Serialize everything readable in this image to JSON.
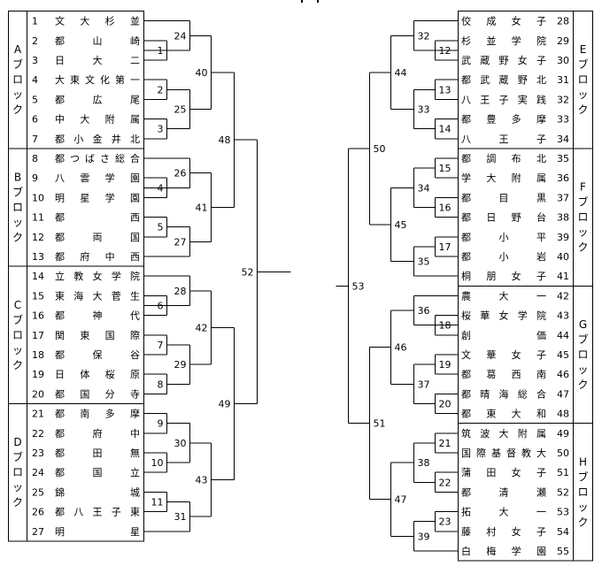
{
  "left": {
    "blocks": [
      {
        "label": "Aブロック",
        "teams": [
          {
            "no": "1",
            "name": "文大杉並"
          },
          {
            "no": "2",
            "name": "都山崎"
          },
          {
            "no": "3",
            "name": "日大二"
          },
          {
            "no": "4",
            "name": "大東文化第一"
          },
          {
            "no": "5",
            "name": "都広尾"
          },
          {
            "no": "6",
            "name": "中大附属"
          },
          {
            "no": "7",
            "name": "都小金井北"
          }
        ]
      },
      {
        "label": "Bブロック",
        "teams": [
          {
            "no": "8",
            "name": "都つばさ総合"
          },
          {
            "no": "9",
            "name": "八雲学園"
          },
          {
            "no": "10",
            "name": "明星学園"
          },
          {
            "no": "11",
            "name": "都西"
          },
          {
            "no": "12",
            "name": "都両国"
          },
          {
            "no": "13",
            "name": "都府中西"
          }
        ]
      },
      {
        "label": "Cブロック",
        "teams": [
          {
            "no": "14",
            "name": "立教女学院"
          },
          {
            "no": "15",
            "name": "東海大菅生"
          },
          {
            "no": "16",
            "name": "都神代"
          },
          {
            "no": "17",
            "name": "関東国際"
          },
          {
            "no": "18",
            "name": "都保谷"
          },
          {
            "no": "19",
            "name": "日体桜原"
          },
          {
            "no": "20",
            "name": "都国分寺"
          }
        ]
      },
      {
        "label": "Dブロック",
        "teams": [
          {
            "no": "21",
            "name": "都南多摩"
          },
          {
            "no": "22",
            "name": "都府中"
          },
          {
            "no": "23",
            "name": "都田無"
          },
          {
            "no": "24",
            "name": "都国立"
          },
          {
            "no": "25",
            "name": "錦城"
          },
          {
            "no": "26",
            "name": "都八王子東"
          },
          {
            "no": "27",
            "name": "明星"
          }
        ]
      }
    ]
  },
  "right": {
    "blocks": [
      {
        "label": "Eブロック",
        "teams": [
          {
            "no": "28",
            "name": "佼成女子"
          },
          {
            "no": "29",
            "name": "杉並学院"
          },
          {
            "no": "30",
            "name": "武蔵野女子"
          },
          {
            "no": "31",
            "name": "都武蔵野北"
          },
          {
            "no": "32",
            "name": "八王子実践"
          },
          {
            "no": "33",
            "name": "都豊多摩"
          },
          {
            "no": "34",
            "name": "八王子"
          }
        ]
      },
      {
        "label": "Fブロック",
        "teams": [
          {
            "no": "35",
            "name": "都調布北"
          },
          {
            "no": "36",
            "name": "学大附属"
          },
          {
            "no": "37",
            "name": "都目黒"
          },
          {
            "no": "38",
            "name": "都日野台"
          },
          {
            "no": "39",
            "name": "都小平"
          },
          {
            "no": "40",
            "name": "都小岩"
          },
          {
            "no": "41",
            "name": "桐朋女子"
          }
        ]
      },
      {
        "label": "Gブロック",
        "teams": [
          {
            "no": "42",
            "name": "農大一"
          },
          {
            "no": "43",
            "name": "桜華女学院"
          },
          {
            "no": "44",
            "name": "創価"
          },
          {
            "no": "45",
            "name": "文華女子"
          },
          {
            "no": "46",
            "name": "都葛西南"
          },
          {
            "no": "47",
            "name": "都晴海総合"
          },
          {
            "no": "48",
            "name": "都東大和"
          }
        ]
      },
      {
        "label": "Hブロック",
        "teams": [
          {
            "no": "49",
            "name": "筑波大附属"
          },
          {
            "no": "50",
            "name": "国際基督教大"
          },
          {
            "no": "51",
            "name": "蒲田女子"
          },
          {
            "no": "52",
            "name": "都清瀬"
          },
          {
            "no": "53",
            "name": "拓大一"
          },
          {
            "no": "54",
            "name": "藤村女子"
          },
          {
            "no": "55",
            "name": "白梅学園"
          }
        ]
      }
    ]
  },
  "matches": [
    "1",
    "2",
    "3",
    "4",
    "5",
    "6",
    "7",
    "8",
    "9",
    "10",
    "11",
    "12",
    "13",
    "14",
    "15",
    "16",
    "17",
    "18",
    "19",
    "20",
    "21",
    "22",
    "23",
    "24",
    "25",
    "26",
    "27",
    "28",
    "29",
    "30",
    "31",
    "32",
    "33",
    "34",
    "35",
    "36",
    "37",
    "38",
    "39",
    "40",
    "41",
    "42",
    "43",
    "44",
    "45",
    "46",
    "47",
    "48",
    "49",
    "50",
    "51",
    "52",
    "53"
  ]
}
